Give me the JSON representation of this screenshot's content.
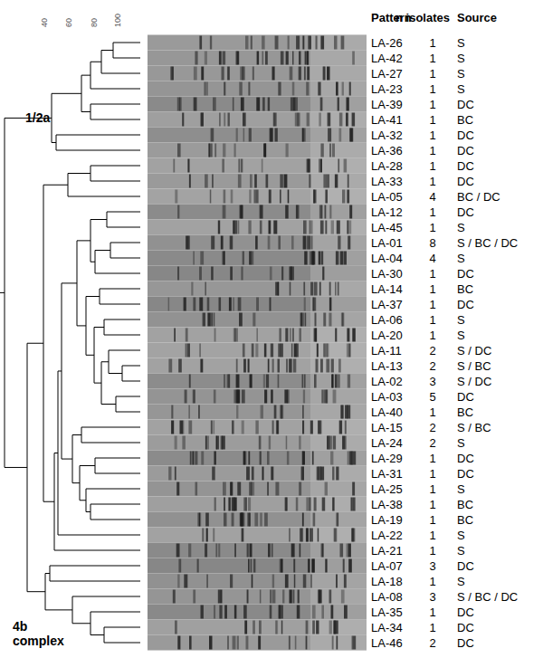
{
  "diagram": {
    "labels": [
      "40",
      "60",
      "80",
      "100",
      "1/2a",
      "4b complex",
      "Pattern",
      "n isolates",
      "Source",
      "LA-26",
      "1",
      "S",
      "LA-42",
      "1",
      "S",
      "LA-27",
      "1",
      "S",
      "LA-23",
      "1",
      "S",
      "LA-39",
      "1",
      "DC",
      "LA-41",
      "1",
      "BC",
      "LA-32",
      "1",
      "DC",
      "LA-36",
      "1",
      "DC",
      "LA-28",
      "1",
      "DC",
      "LA-33",
      "1",
      "DC",
      "LA-05",
      "4",
      "BC / DC",
      "LA-12",
      "1",
      "DC",
      "LA-45",
      "1",
      "S",
      "LA-01",
      "8",
      "S / BC / DC",
      "LA-04",
      "4",
      "S",
      "LA-30",
      "1",
      "DC",
      "LA-14",
      "1",
      "BC",
      "LA-37",
      "1",
      "DC",
      "LA-06",
      "1",
      "S",
      "LA-20",
      "1",
      "S",
      "LA-11",
      "2",
      "S / DC",
      "LA-13",
      "2",
      "S / BC",
      "LA-02",
      "3",
      "S / DC",
      "LA-03",
      "5",
      "DC",
      "LA-40",
      "1",
      "BC",
      "LA-15",
      "2",
      "S / BC",
      "LA-24",
      "2",
      "S",
      "LA-29",
      "1",
      "DC",
      "LA-31",
      "1",
      "DC",
      "LA-25",
      "1",
      "S",
      "LA-38",
      "1",
      "BC",
      "LA-19",
      "1",
      "BC",
      "LA-22",
      "1",
      "S",
      "LA-21",
      "1",
      "S",
      "LA-07",
      "3",
      "DC",
      "LA-18",
      "1",
      "S",
      "LA-08",
      "3",
      "S / BC / DC",
      "LA-35",
      "1",
      "DC",
      "LA-34",
      "1",
      "DC",
      "LA-46",
      "2",
      "DC"
    ]
  }
}
